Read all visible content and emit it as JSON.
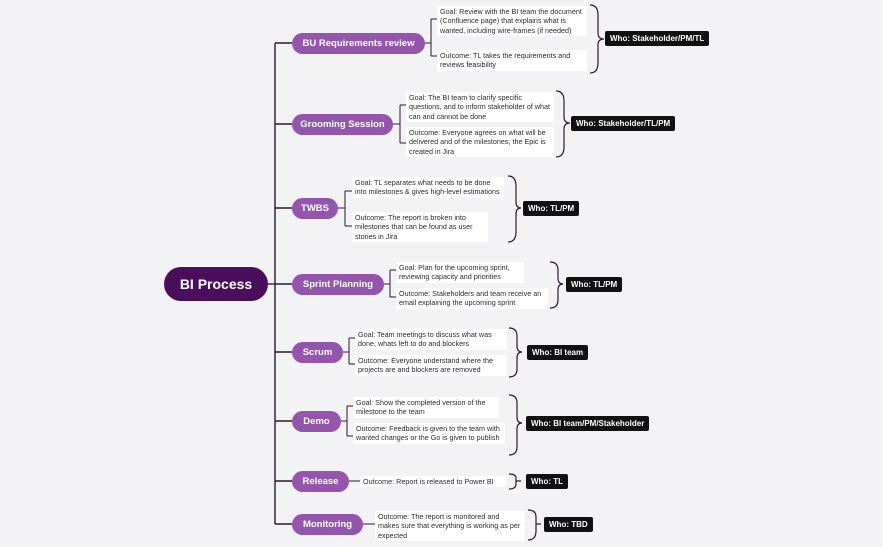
{
  "root": {
    "label": "BI Process"
  },
  "stages": [
    {
      "name": "BU Requirements review",
      "goal": "Goal: Review with the BI team the document (Confluence page) that explains what is wanted, including wire-frames (if needed)",
      "outcome": "Outcome: TL takes the requirements and reviews feasibility",
      "who": "Who: Stakeholder/PM/TL"
    },
    {
      "name": "Grooming Session",
      "goal": "Goal: The BI team to clarify specific questions, and to inform stakeholder of what can and cannot be done",
      "outcome": "Outcome: Everyone agrees on what will be delivered and of the milestones, the Epic is created in Jira",
      "who": "Who: Stakeholder/TL/PM"
    },
    {
      "name": "TWBS",
      "goal": "Goal: TL separates what needs to be done into milestones & gives high-level estimations",
      "outcome": "Outcome: The report is broken into milestones that can be found as user stories in Jira",
      "who": "Who: TL/PM"
    },
    {
      "name": "Sprint Planning",
      "goal": "Goal: Plan for the upcoming sprint, reviewing capacity and priorities",
      "outcome": "Outcome: Stakeholders and team receive an email explaining the upcoming sprint",
      "who": "Who: TL/PM"
    },
    {
      "name": "Scrum",
      "goal": "Goal: Team meetings to discuss what was done, whats left to do and blockers",
      "outcome": "Outcome: Everyone understand where the projects are and blockers are removed",
      "who": "Who: BI team"
    },
    {
      "name": "Demo",
      "goal": "Goal: Show the completed version of the milestone to the team",
      "outcome": "Outcome: Feedback is given to the team with wanted changes or the Go is given to publish",
      "who": "Who: BI team/PM/Stakeholder"
    },
    {
      "name": "Release",
      "goal": "",
      "outcome": "Outcome: Report is released to Power BI",
      "who": "Who: TL"
    },
    {
      "name": "Monitoring",
      "goal": "",
      "outcome": "Outcome: The report is monitored and makes sure that everything is working as per expected",
      "who": "Who: TBD"
    }
  ],
  "colors": {
    "root": "#4a0f5c",
    "stage": "#9356ac",
    "who": "#111111",
    "line": "#2a1b2e",
    "background": "#f3f3f6"
  }
}
